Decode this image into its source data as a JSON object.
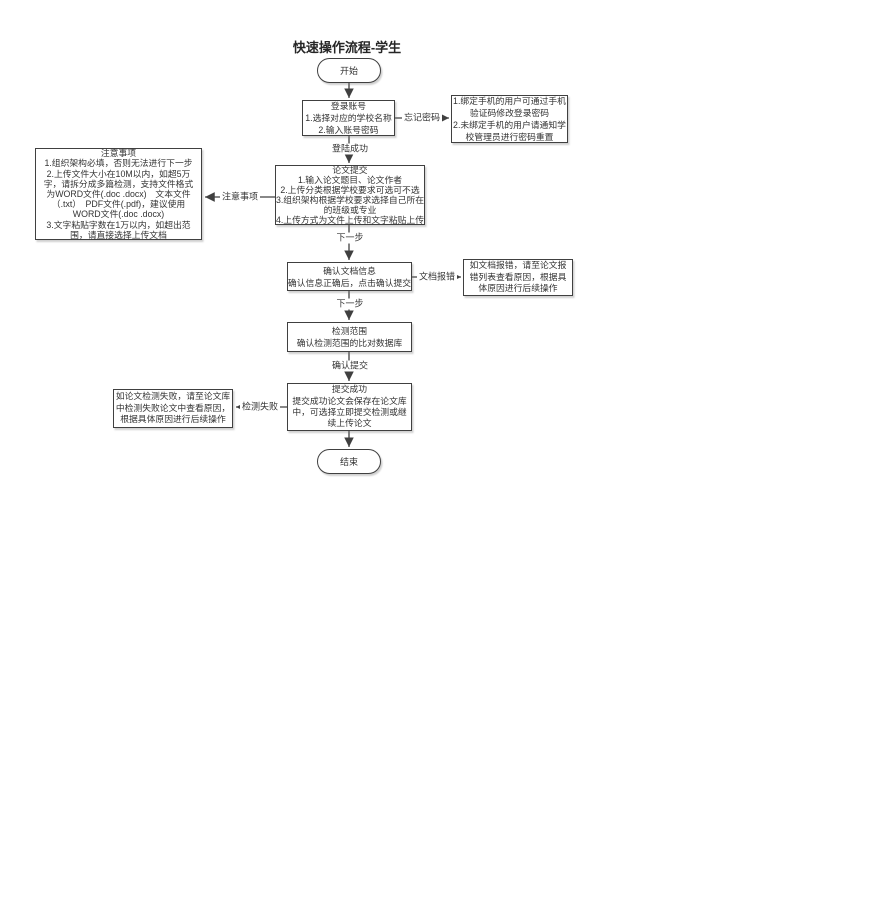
{
  "title": "快速操作流程-学生",
  "nodes": {
    "start": {
      "label": "开始"
    },
    "login": {
      "text": "登录账号\n1.选择对应的学校名称\n2.输入账号密码"
    },
    "forgot_info": {
      "text": "1.绑定手机的用户可通过手机\n验证码修改登录密码\n2.未绑定手机的用户请通知学\n校管理员进行密码重置"
    },
    "notes": {
      "text": "注意事项\n1.组织架构必填，否则无法进行下一步\n2.上传文件大小在10M以内，如超5万\n字，请拆分成多篇检测，支持文件格式\n为WORD文件(.doc .docx)　文本文件\n（.txt）　PDF文件(.pdf)，建议使用\nWORD文件(.doc .docx)\n3.文字粘贴字数在1万以内，如超出范\n围，请直接选择上传文档"
    },
    "submit": {
      "text": "论文提交\n1.输入论文题目、论文作者\n2.上传分类根据学校要求可选可不选\n3.组织架构根据学校要求选择自己所在\n的班级或专业\n4.上传方式为文件上传和文字粘贴上传"
    },
    "confirm": {
      "text": "确认文档信息\n确认信息正确后，点击确认提交"
    },
    "doc_error_info": {
      "text": "如文档报错，请至论文报\n错列表查看原因，根据具\n体原因进行后续操作"
    },
    "scope": {
      "text": "检测范围\n确认检测范围的比对数据库"
    },
    "success": {
      "text": "提交成功\n提交成功论文会保存在论文库\n中，可选择立即提交检测或继\n续上传论文"
    },
    "fail_info": {
      "text": "如论文检测失败，请至论文库\n中检测失败论文中查看原因，\n根据具体原因进行后续操作"
    },
    "end": {
      "label": "结束"
    }
  },
  "edge_labels": {
    "forgot_password": "忘记密码",
    "login_success": "登陆成功",
    "notes": "注意事项",
    "next_step_1": "下一步",
    "doc_error": "文档报错",
    "next_step_2": "下一步",
    "confirm_submit": "确认提交",
    "detect_fail": "检测失败"
  },
  "colors": {
    "line": "#404040",
    "text": "#333333",
    "node_fill": "#ffffff",
    "background": "#ffffff"
  }
}
